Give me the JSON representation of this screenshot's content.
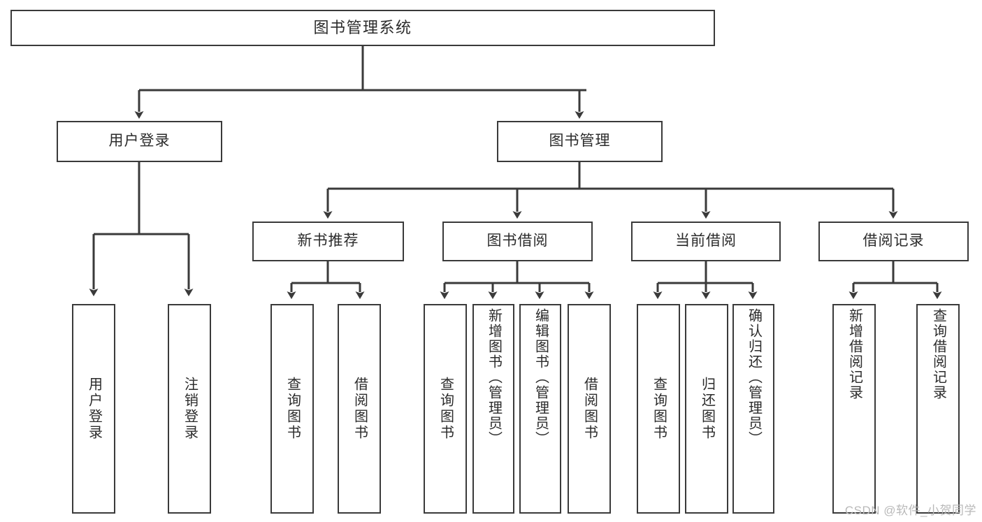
{
  "diagram": {
    "title": "图书管理系统",
    "watermark": "CSDN @软件_小贺同学",
    "line_color": "#3a3a3a",
    "text_color": "#2b2b2b",
    "background": "#ffffff",
    "levels": {
      "root": {
        "label": "图书管理系统"
      },
      "level1": [
        {
          "label": "用户登录"
        },
        {
          "label": "图书管理"
        }
      ],
      "level2": [
        {
          "label": "新书推荐"
        },
        {
          "label": "图书借阅"
        },
        {
          "label": "当前借阅"
        },
        {
          "label": "借阅记录"
        }
      ],
      "leaves": {
        "user_login": [
          {
            "label": "用户登录"
          },
          {
            "label": "注销登录"
          }
        ],
        "new_books": [
          {
            "label": "查询图书"
          },
          {
            "label": "借阅图书"
          }
        ],
        "book_borrow": [
          {
            "label": "查询图书"
          },
          {
            "label": "新增图书（管理员）"
          },
          {
            "label": "编辑图书（管理员）"
          },
          {
            "label": "借阅图书"
          }
        ],
        "current_borrow": [
          {
            "label": "查询图书"
          },
          {
            "label": "归还图书"
          },
          {
            "label": "确认归还（管理员）"
          }
        ],
        "borrow_records": [
          {
            "label": "新增借阅记录"
          },
          {
            "label": "查询借阅记录"
          }
        ]
      }
    }
  }
}
